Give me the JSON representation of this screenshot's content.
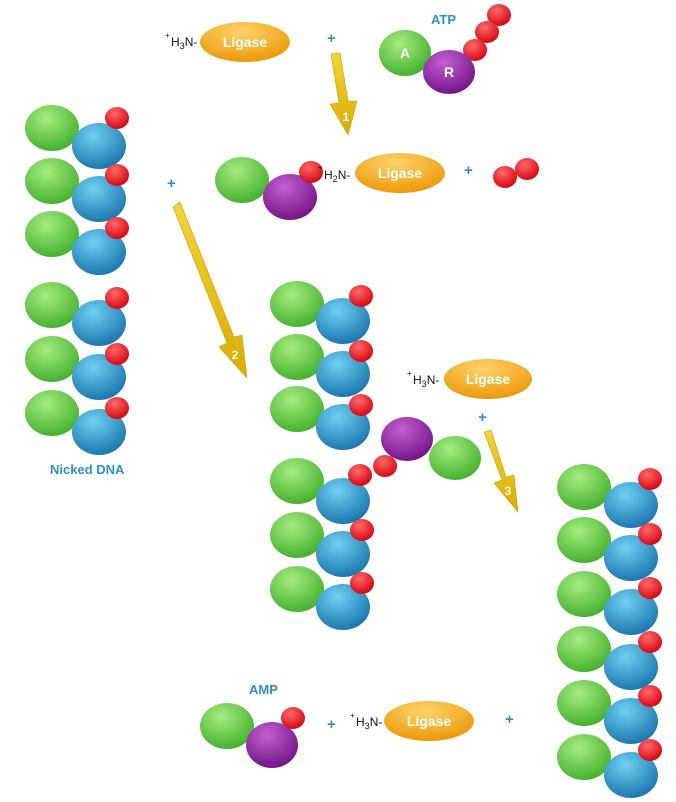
{
  "labels": {
    "atp": "ATP",
    "amp": "AMP",
    "nicked_dna": "Nicked DNA",
    "ligase": "Ligase",
    "plus": "+",
    "adenine": "A",
    "ribose": "R",
    "amine_h3n": "H3N-",
    "amine_h2n": "H2N-",
    "amine_charge": "+"
  },
  "steps": [
    "1",
    "2",
    "3"
  ],
  "colors": {
    "base_green": "#66c846",
    "sugar_blue": "#2a8fc8",
    "phosphate_red": "#e60012",
    "ribose_purple": "#8a1a9a",
    "ligase_orange": "#f0a010",
    "arrow_yellow": "#e8c10a",
    "label_blue": "#2e8fd0"
  }
}
